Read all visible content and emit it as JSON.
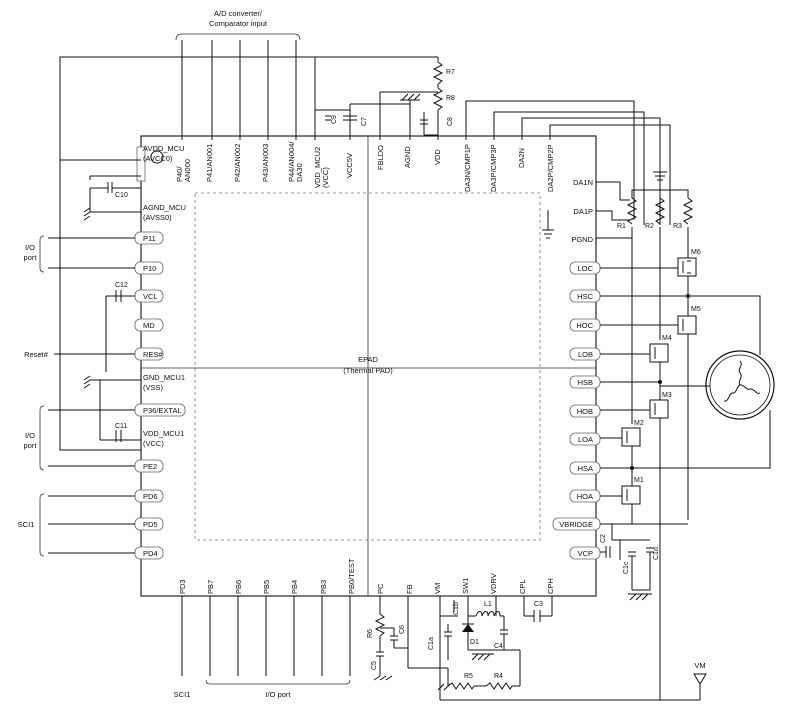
{
  "labels": {
    "ad_top": "A/D converter/",
    "ad_bottom": "Comparator input",
    "io_port_1_a": "I/O",
    "io_port_1_b": "port",
    "reset": "Reset#",
    "io_port_2_a": "I/O",
    "io_port_2_b": "port",
    "sci1_left": "SCI1",
    "sci1_bottom": "SCI1",
    "io_port_bottom": "I/O port",
    "epad_1": "EPAD",
    "epad_2": "(Thermal PAD)",
    "vm": "VM"
  },
  "left_pins": [
    {
      "a": "AVDD_MCU",
      "b": "(AVCC0)"
    },
    {
      "a": "AGND_MCU",
      "b": "(AVSS0)"
    },
    {
      "a": "P11",
      "b": ""
    },
    {
      "a": "P10",
      "b": ""
    },
    {
      "a": "VCL",
      "b": ""
    },
    {
      "a": "MD",
      "b": ""
    },
    {
      "a": "RES#",
      "b": ""
    },
    {
      "a": "GND_MCU1",
      "b": "(VSS)"
    },
    {
      "a": "P36/EXTAL",
      "b": ""
    },
    {
      "a": "VDD_MCU1",
      "b": "(VCC)"
    },
    {
      "a": "PE2",
      "b": ""
    },
    {
      "a": "PD6",
      "b": ""
    },
    {
      "a": "PD5",
      "b": ""
    },
    {
      "a": "PD4",
      "b": ""
    }
  ],
  "top_pins": [
    {
      "a": "P40/",
      "b": "AN000"
    },
    {
      "a": "P41/AN001",
      "b": ""
    },
    {
      "a": "P42/AN002",
      "b": ""
    },
    {
      "a": "P43/AN003",
      "b": ""
    },
    {
      "a": "P44/AN004/",
      "b": "DA30"
    },
    {
      "a": "VDD_MCU2",
      "b": "(VCC)"
    },
    {
      "a": "VCC5V",
      "b": ""
    },
    {
      "a": "FBLDO",
      "b": ""
    },
    {
      "a": "AGND",
      "b": ""
    },
    {
      "a": "VDD",
      "b": ""
    },
    {
      "a": "DA3N/CMP1P",
      "b": ""
    },
    {
      "a": "DA3P/CMP3P",
      "b": ""
    },
    {
      "a": "DA2N",
      "b": ""
    },
    {
      "a": "DA2P/CMP2P",
      "b": ""
    }
  ],
  "right_pins": [
    "DA1N",
    "DA1P",
    "PGND",
    "LOC",
    "HSC",
    "HOC",
    "LOB",
    "HSB",
    "HOB",
    "LOA",
    "HSA",
    "HOA",
    "VBRIDGE",
    "VCP"
  ],
  "bottom_pins": [
    "PD3",
    "PB7",
    "PB6",
    "PB5",
    "PB4",
    "PB3",
    "PB0/TEST",
    "PC",
    "FB",
    "VM",
    "SW1",
    "VDRV",
    "CPL",
    "CPH"
  ],
  "components": {
    "R7": "R7",
    "R8": "R8",
    "C6": "C6",
    "C7": "C7",
    "C8": "C8",
    "C9": "C9",
    "C10": "C10",
    "C11": "C11",
    "C12": "C12",
    "R1": "R1",
    "R2": "R2",
    "R3": "R3",
    "M1": "M1",
    "M2": "M2",
    "M3": "M3",
    "M4": "M4",
    "M5": "M5",
    "M6": "M6",
    "C1c": "C1c",
    "C1d": "C1d",
    "C2": "C2",
    "C3": "C3",
    "C4": "C4",
    "C1a": "C1a",
    "C1b": "C1b",
    "L1": "L1",
    "D1": "D1",
    "R4": "R4",
    "R5": "R5",
    "R6": "R6",
    "C5": "C5"
  }
}
